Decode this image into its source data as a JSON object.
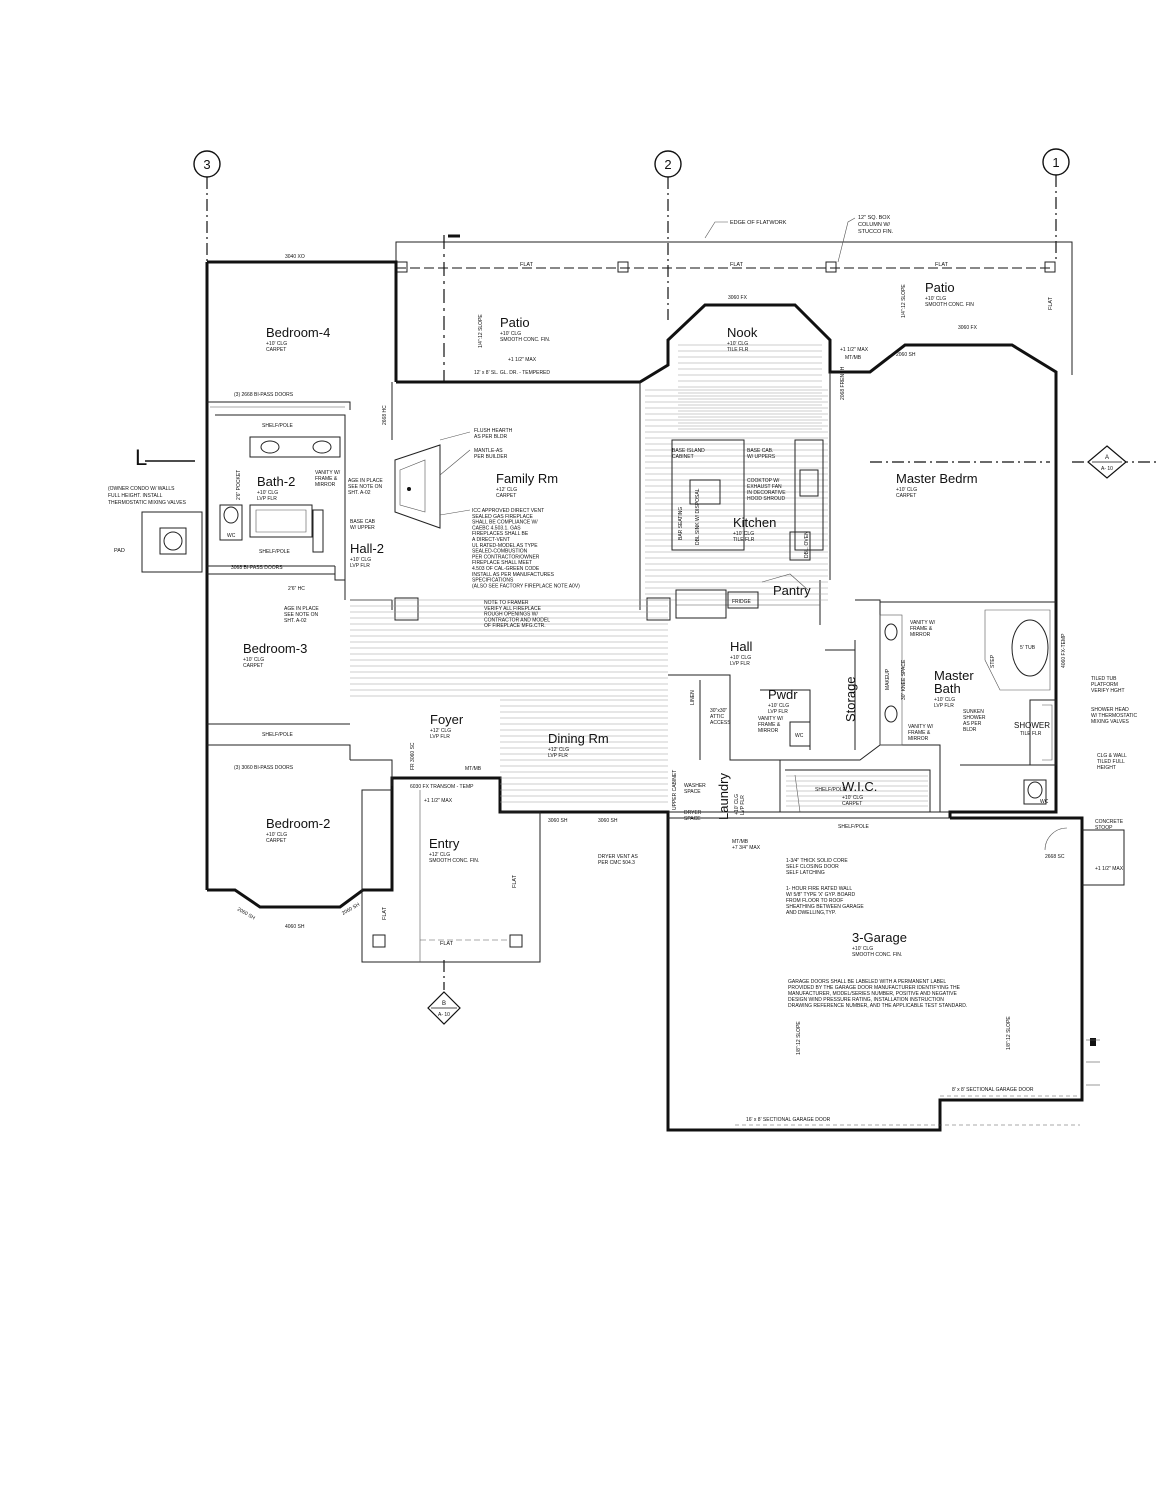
{
  "grid_markers": [
    "3",
    "2",
    "1"
  ],
  "section_markers": [
    {
      "letter": "A",
      "sheet": "A- 10"
    },
    {
      "letter": "B",
      "sheet": "A- 10"
    }
  ],
  "rooms": {
    "bedroom4": {
      "name": "Bedroom-4",
      "note1": "+10' CLG",
      "note2": "CARPET"
    },
    "patio_left": {
      "name": "Patio",
      "note1": "+10' CLG",
      "note2": "SMOOTH CONC. FIN."
    },
    "nook": {
      "name": "Nook",
      "note1": "+10' CLG",
      "note2": "TILE FLR"
    },
    "patio_right": {
      "name": "Patio",
      "note1": "+10' CLG",
      "note2": "SMOOTH CONC. FIN"
    },
    "bath2": {
      "name": "Bath-2",
      "note1": "+10' CLG",
      "note2": "LVP FLR"
    },
    "family": {
      "name": "Family Rm",
      "note1": "+12' CLG",
      "note2": "CARPET"
    },
    "kitchen": {
      "name": "Kitchen",
      "note1": "+10' CLG",
      "note2": "TILE FLR"
    },
    "master_bedrm": {
      "name": "Master Bedrm",
      "note1": "+10' CLG",
      "note2": "CARPET"
    },
    "hall2": {
      "name": "Hall-2",
      "note1": "+10' CLG",
      "note2": "LVP FLR"
    },
    "pantry": {
      "name": "Pantry"
    },
    "bedroom3": {
      "name": "Bedroom-3",
      "note1": "+10' CLG",
      "note2": "CARPET"
    },
    "hall": {
      "name": "Hall",
      "note1": "+10' CLG",
      "note2": "LVP FLR"
    },
    "pwdr": {
      "name": "Pwdr",
      "note1": "+10' CLG",
      "note2": "LVP FLR"
    },
    "storage": {
      "name": "Storage"
    },
    "master_bath": {
      "name": "Master",
      "name2": "Bath",
      "note1": "+10' CLG",
      "note2": "LVP FLR"
    },
    "foyer": {
      "name": "Foyer",
      "note1": "+12' CLG",
      "note2": "LVP FLR"
    },
    "dining": {
      "name": "Dining Rm",
      "note1": "+12' CLG",
      "note2": "LVP FLR"
    },
    "laundry": {
      "name": "Laundry",
      "note1": "+10' CLG",
      "note2": "LVP FLR"
    },
    "wic": {
      "name": "W.I.C.",
      "note1": "+10' CLG",
      "note2": "CARPET"
    },
    "bedroom2": {
      "name": "Bedroom-2",
      "note1": "+10' CLG",
      "note2": "CARPET"
    },
    "entry": {
      "name": "Entry",
      "note1": "+12' CLG",
      "note2": "SMOOTH CONC. FIN."
    },
    "shower": {
      "name": "SHOWER",
      "note1": "TILE FLR"
    },
    "garage": {
      "name": "3-Garage",
      "note1": "+10' CLG",
      "note2": "SMOOTH CONC. FIN."
    }
  },
  "notes": {
    "edge_flatwork": "EDGE OF FLATWORK",
    "column": [
      "12\" SQ. BOX",
      "COLUMN W/",
      "STUCCO FIN."
    ],
    "flat": "FLAT",
    "win_3040xo": "3040 XO",
    "win_3060fx_nook": "3060 FX",
    "win_3060fx_master": "3060 FX",
    "slider": "12' x 8' SL. GL. DR. - TEMPERED",
    "max_half": "+1 1/2\" MAX",
    "slope_left": "1/4\":12 SLOPE",
    "slope_right": "1/4\":12 SLOPE",
    "mt_mb": "MT/MB",
    "bipass_top": "(3) 2668 BI-PASS DOORS",
    "shelf_pole": "SHELF/POLE",
    "flush_hearth": [
      "FLUSH HEARTH",
      "AS PER BLDR"
    ],
    "mantle": [
      "MANTLE-AS",
      "PER BUILDER"
    ],
    "vanity_bath2": [
      "VANITY W/",
      "FRAME &",
      "MIRROR"
    ],
    "age_in_place_1": [
      "AGE IN PLACE",
      "SEE NOTE ON",
      "SHT. A-02"
    ],
    "age_in_place_2": [
      "AGE IN PLACE",
      "SEE NOTE ON",
      "SHT. A-02"
    ],
    "base_cab": [
      "BASE CAB",
      "W/ UPPER"
    ],
    "bipass_3068": "3068 BI-PASS DOORS",
    "pocket": "2'6\" POCKET",
    "hc_26": "2'6\" HC",
    "fireplace": [
      "ICC APPROVED DIRECT VENT",
      "SEALED GAS FIREPLACE",
      "SHALL BE COMPLIANCE W/",
      "CAEBC 4.503.1. GAS",
      "FIREPLACES SHALL BE",
      "A DIRECT-VENT",
      "UL RATED-MODEL AS TYPE",
      "SEALED-COMBUSTION",
      "PER CONTRACTOR/OWNER",
      "FIREPLACE SHALL MEET",
      "4.503 OF CAL-GREEN CODE",
      "INSTALL AS PER MANUFACTURES",
      "SPECIFICATIONS",
      "(ALSO SEE FACTORY FIREPLACE NOTE A0V)"
    ],
    "framer": [
      "NOTE TO FRAMER",
      "VERIFY ALL FIREPLACE",
      "ROUGH OPENINGS W/",
      "CONTRACTOR AND MODEL",
      "OF FIREPLACE MFG.CTR."
    ],
    "base_island": [
      "BASE ISLAND",
      "CABINET"
    ],
    "base_cab_uppers": [
      "BASE CAB.",
      "W/ UPPERS"
    ],
    "cooktop": [
      "COOKTOP W/",
      "EXHAUST FAN",
      "IN DECORATIVE",
      "HOOD SHROUD"
    ],
    "bar_seating": "BAR SEATING",
    "sink": "DBL SINK W/ DISPOSAL",
    "fridge": "FRIDGE",
    "dbl_oven": "DBL. OVEN",
    "hc_2668": "2668 HC",
    "hc_2068_french": "2068 FRENCH",
    "sh_2060": "2060 SH",
    "vanity_master1": [
      "VANITY W/",
      "FRAME &",
      "MIRROR"
    ],
    "vanity_master2": [
      "VANITY W/",
      "FRAME &",
      "MIRROR"
    ],
    "tub": "5' TUB",
    "tiled_tub": [
      "TILED TUB",
      "PLATFORM",
      "VERIFY HGHT"
    ],
    "shower_head": [
      "SHOWER HEAD",
      "W/ THERMOSTATIC",
      "MIXING VALVES"
    ],
    "clg_wall": [
      "CLG & WALL",
      "TILED FULL",
      "HEIGHT"
    ],
    "sunken_shower": [
      "SUNKEN",
      "SHOWER",
      "AS PER",
      "BLDR"
    ],
    "makeup": "MAKEUP",
    "knee_space": "30\" KNEE SPACE",
    "step": "STEP",
    "vanity_pwdr": [
      "VANITY W/",
      "FRAME &",
      "MIRROR"
    ],
    "attic": [
      "30\"x30\"",
      "ATTIC",
      "ACCESS"
    ],
    "linen": "LINEN",
    "washer": [
      "WASHER",
      "SPACE"
    ],
    "dryer": [
      "DRYER",
      "SPACE"
    ],
    "upper_cab": "UPPER CABINET",
    "transom": "6030 FX TRANSOM - TEMP",
    "fr_door": "FR 3060 SC",
    "sh_3060_1": "3060 SH",
    "sh_3060_2": "3060 SH",
    "dryer_vent": [
      "DRYER VENT AS",
      "PER CMC 504.3"
    ],
    "mt_mb_garage": [
      "MT/MB",
      "+7 3/4\" MAX"
    ],
    "solid_core": [
      "1-3/4\" THICK SOLID CORE",
      "SELF CLOSING DOOR",
      "SELF LATCHING"
    ],
    "fire_wall": [
      "1- HOUR FIRE RATED WALL",
      "W/ 5/8\" TYPE 'X' GYP. BOARD",
      "FROM FLOOR TO ROOF",
      "SHEATHING BETWEEN GARAGE",
      "AND DWELLING,TYP."
    ],
    "garage_label": [
      "GARAGE DOORS SHALL BE LABELED WITH A PERMANENT LABEL",
      "PROVIDED BY THE GARAGE DOOR MANUFACTURER IDENTIFYING THE",
      "MANUFACTURER, MODEL/SERIES NUMBER, POSITIVE AND NEGATIVE",
      "DESIGN WIND PRESSURE RATING, INSTALLATION INSTRUCTION",
      "DRAWING REFERENCE NUMBER, AND THE APPLICABLE TEST STANDARD."
    ],
    "concrete_stoop": [
      "CONCRETE",
      "STOOP",
      "+1 1/2\" MAX"
    ],
    "sc_2668": "2668 SC",
    "garage_door_16": "16' x 8' SECTIONAL GARAGE DOOR",
    "garage_door_8": "8' x 8' SECTIONAL GARAGE DOOR",
    "slope_garage": "1/8\":12 SLOPE",
    "bipass_3060": "(3) 3060 BI-PASS DOORS",
    "sh_2060_bed2": "2060 SH",
    "sh_4060": "4060 SH",
    "fx_4060_temp": "4060 FX-TEMP",
    "condo_note": [
      "(OWNER CONDO W/ WALLS",
      "FULL HEIGHT. INSTALL",
      "THERMOSTATIC MIXING VALVES"
    ],
    "pad": "PAD",
    "left_marker": "L",
    "wc": "WC"
  }
}
